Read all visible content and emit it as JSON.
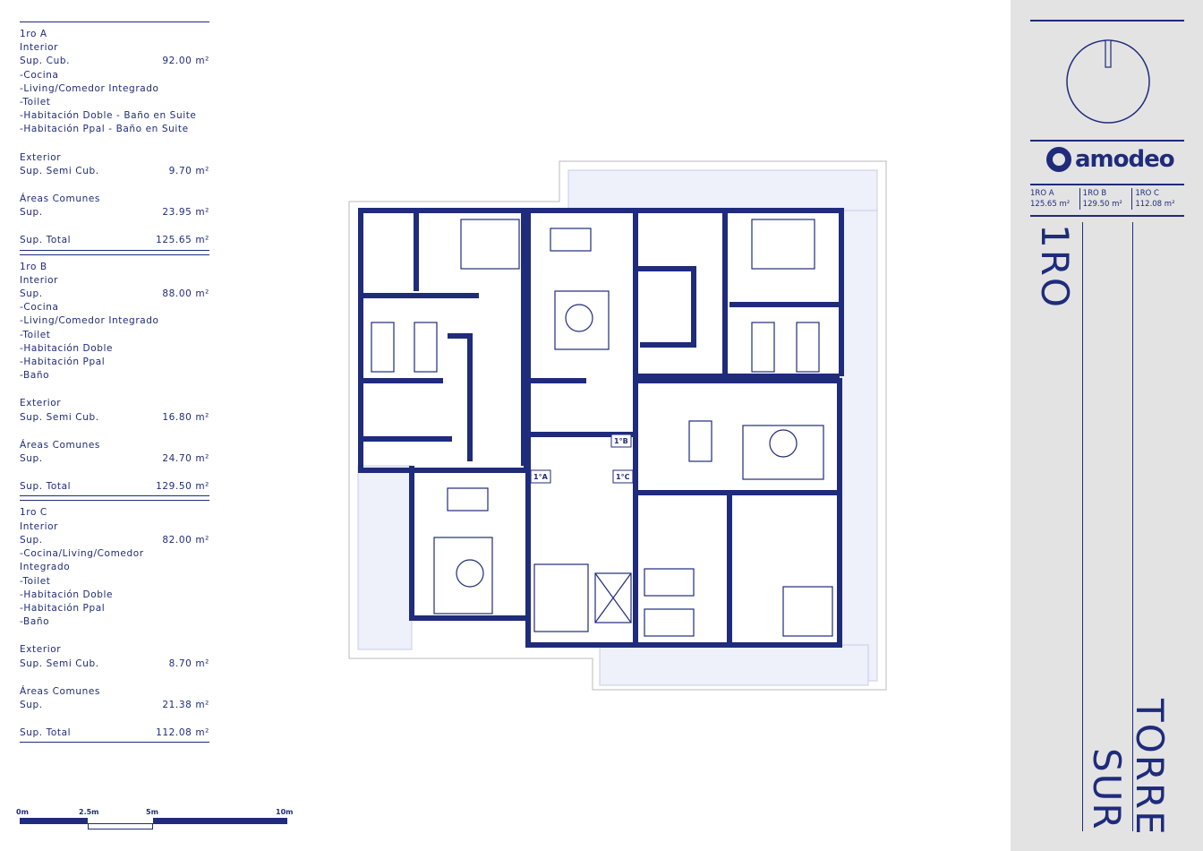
{
  "units": [
    {
      "name": "1ro A",
      "interior": "Interior",
      "sup_label": "Sup. Cub.",
      "sup": "92.00 m²",
      "rooms": [
        "-Cocina",
        "-Living/Comedor Integrado",
        "-Toilet",
        "-Habitación Doble - Baño en Suite",
        "-Habitación Ppal - Baño en Suite"
      ],
      "exterior": "Exterior",
      "semi_label": "Sup. Semi Cub.",
      "semi": "9.70 m²",
      "common": "Áreas Comunes",
      "common_label": "Sup.",
      "common_val": "23.95 m²",
      "total_label": "Sup. Total",
      "total": "125.65 m²"
    },
    {
      "name": "1ro B",
      "interior": "Interior",
      "sup_label": "Sup.",
      "sup": "88.00 m²",
      "rooms": [
        "-Cocina",
        "-Living/Comedor Integrado",
        "-Toilet",
        "-Habitación Doble",
        "-Habitación Ppal",
        "-Baño"
      ],
      "exterior": "Exterior",
      "semi_label": "Sup. Semi Cub.",
      "semi": "16.80 m²",
      "common": "Áreas Comunes",
      "common_label": "Sup.",
      "common_val": "24.70 m²",
      "total_label": "Sup. Total",
      "total": "129.50 m²"
    },
    {
      "name": "1ro C",
      "interior": "Interior",
      "sup_label": "Sup.",
      "sup": "82.00 m²",
      "rooms": [
        "-Cocina/Living/Comedor",
        " Integrado",
        "-Toilet",
        "-Habitación Doble",
        "-Habitación Ppal",
        "-Baño"
      ],
      "exterior": "Exterior",
      "semi_label": "Sup. Semi Cub.",
      "semi": "8.70 m²",
      "common": "Áreas Comunes",
      "common_label": "Sup.",
      "common_val": "21.38 m²",
      "total_label": "Sup. Total",
      "total": "112.08 m²"
    }
  ],
  "scale": [
    "0m",
    "2.5m",
    "5m",
    "10m"
  ],
  "plan_labels": [
    "1°A",
    "1°B",
    "1°C"
  ],
  "brand": "amodeo",
  "summary": [
    {
      "unit": "1RO A",
      "area": "125.65 m²"
    },
    {
      "unit": "1RO B",
      "area": "129.50 m²"
    },
    {
      "unit": "1RO C",
      "area": "112.08 m²"
    }
  ],
  "floor": "1RO",
  "tower_line1": "TORRE",
  "tower_line2": "SUR",
  "colors": {
    "ink": "#1f2b7b",
    "panel": "#e3e3e3"
  }
}
